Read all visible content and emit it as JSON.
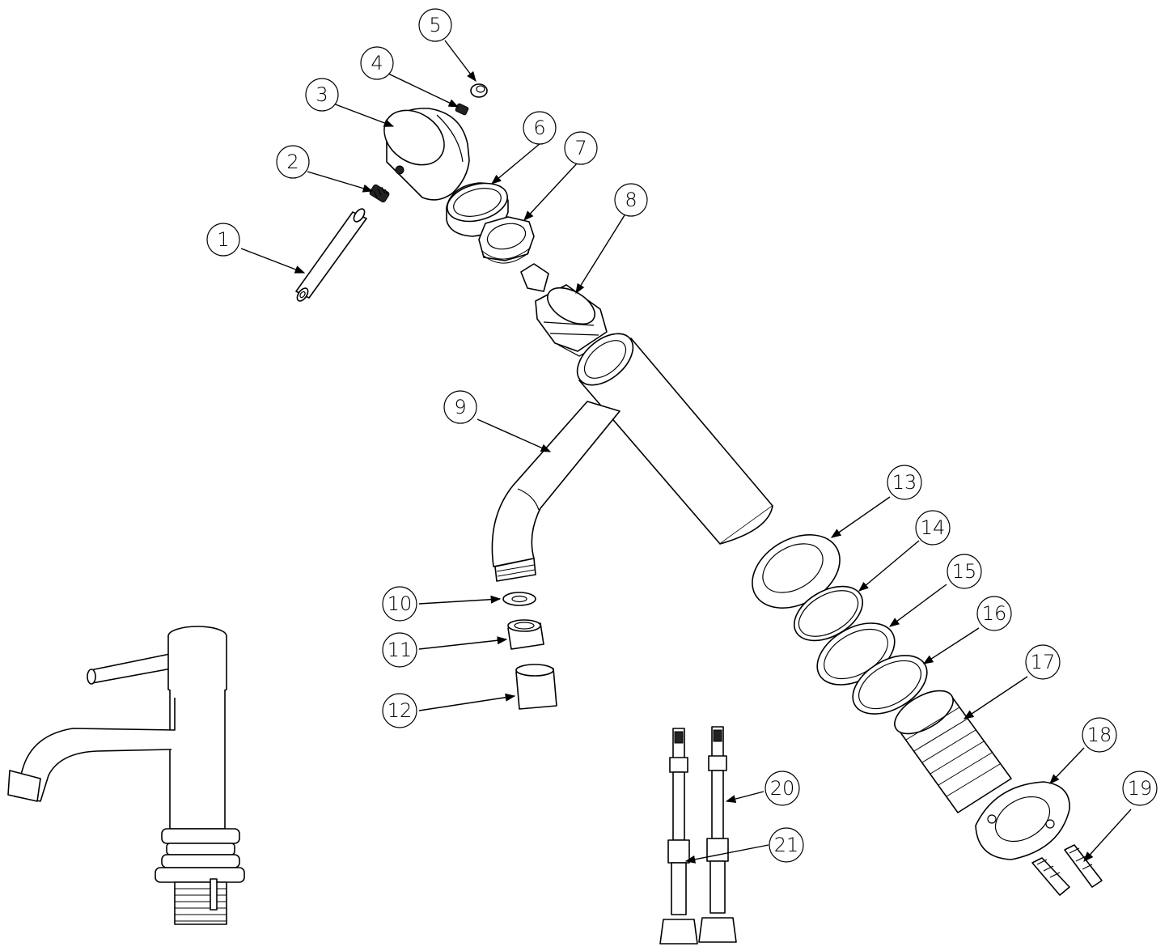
{
  "diagram": {
    "callouts": [
      {
        "label": "1"
      },
      {
        "label": "2"
      },
      {
        "label": "3"
      },
      {
        "label": "4"
      },
      {
        "label": "5"
      },
      {
        "label": "6"
      },
      {
        "label": "7"
      },
      {
        "label": "8"
      },
      {
        "label": "9"
      },
      {
        "label": "10"
      },
      {
        "label": "11"
      },
      {
        "label": "12"
      },
      {
        "label": "13"
      },
      {
        "label": "14"
      },
      {
        "label": "15"
      },
      {
        "label": "16"
      },
      {
        "label": "17"
      },
      {
        "label": "18"
      },
      {
        "label": "19"
      },
      {
        "label": "20"
      },
      {
        "label": "21"
      }
    ],
    "colors": {
      "line": "#000000",
      "background": "#ffffff"
    }
  }
}
